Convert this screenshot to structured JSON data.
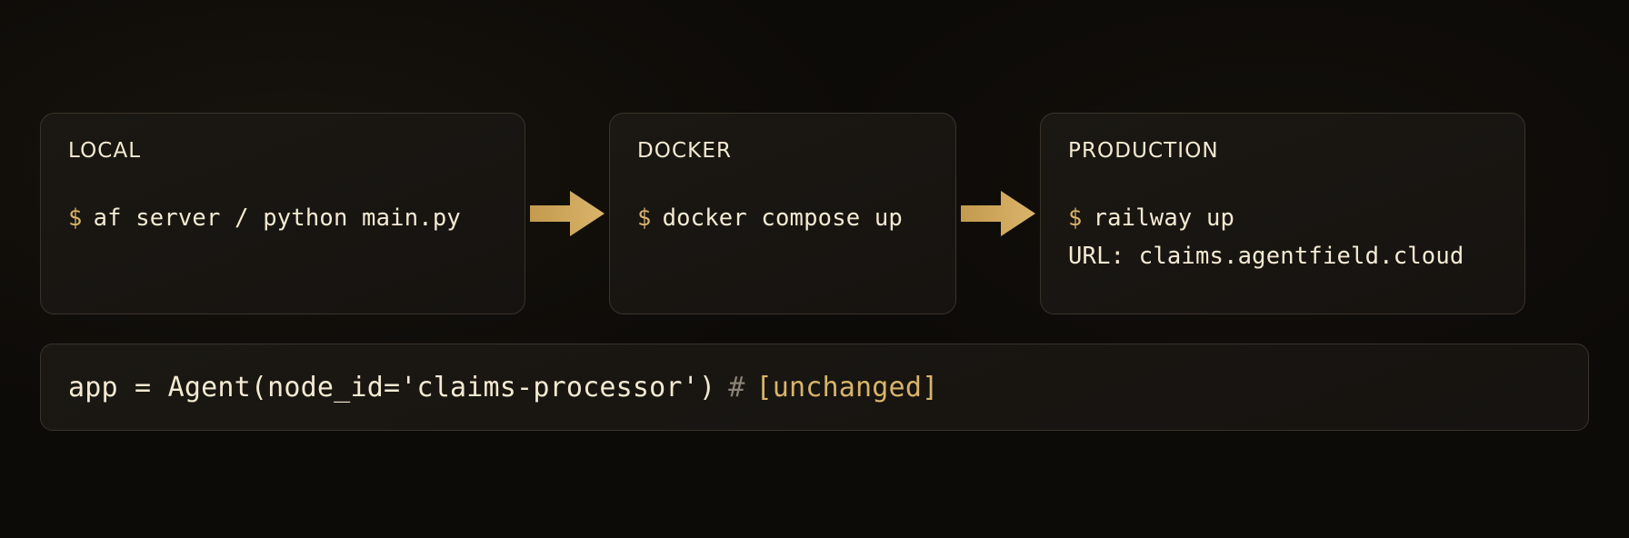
{
  "theme": {
    "background": "#0d0b08",
    "card_background": "#1b1813",
    "card_border": "#39332a",
    "text": "#f4ead3",
    "accent_gold": "#d9b46a",
    "comment_gray": "#8b8275"
  },
  "pipeline": {
    "stages": [
      {
        "title": "LOCAL",
        "prompt": "$",
        "command": "af server / python main.py",
        "extra_line": null
      },
      {
        "title": "DOCKER",
        "prompt": "$",
        "command": "docker compose up",
        "extra_line": null
      },
      {
        "title": "PRODUCTION",
        "prompt": "$",
        "command": "railway up",
        "extra_line": "URL: claims.agentfield.cloud"
      }
    ],
    "arrows": [
      {
        "name": "arrow-local-to-docker"
      },
      {
        "name": "arrow-docker-to-production"
      }
    ]
  },
  "code_bar": {
    "code": "app = Agent(node_id='claims-processor')",
    "comment_hash": "#",
    "comment_text": "[unchanged]"
  }
}
